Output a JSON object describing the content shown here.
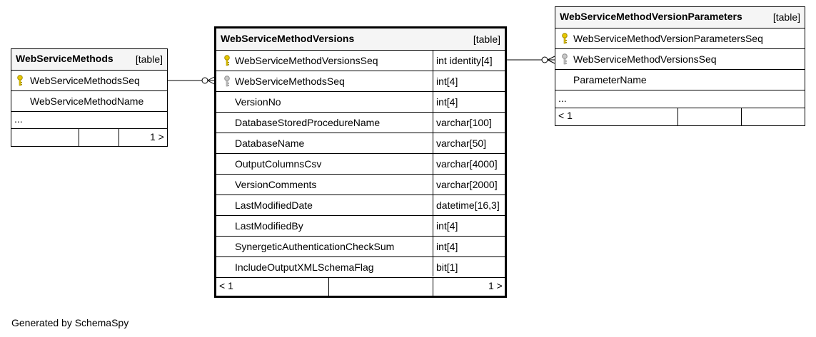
{
  "diagram": {
    "footer": "Generated by SchemaSpy",
    "tables": {
      "methods": {
        "name": "WebServiceMethods",
        "kind": "[table]",
        "columns": [
          {
            "name": "WebServiceMethodsSeq",
            "key": "primary"
          },
          {
            "name": "WebServiceMethodName",
            "key": "none"
          }
        ],
        "ellipsis": "...",
        "nav": {
          "left": "",
          "right": "1 >"
        }
      },
      "versions": {
        "name": "WebServiceMethodVersions",
        "kind": "[table]",
        "columns": [
          {
            "name": "WebServiceMethodVersionsSeq",
            "type": "int identity[4]",
            "key": "primary"
          },
          {
            "name": "WebServiceMethodsSeq",
            "type": "int[4]",
            "key": "foreign"
          },
          {
            "name": "VersionNo",
            "type": "int[4]",
            "key": "none"
          },
          {
            "name": "DatabaseStoredProcedureName",
            "type": "varchar[100]",
            "key": "none"
          },
          {
            "name": "DatabaseName",
            "type": "varchar[50]",
            "key": "none"
          },
          {
            "name": "OutputColumnsCsv",
            "type": "varchar[4000]",
            "key": "none"
          },
          {
            "name": "VersionComments",
            "type": "varchar[2000]",
            "key": "none"
          },
          {
            "name": "LastModifiedDate",
            "type": "datetime[16,3]",
            "key": "none"
          },
          {
            "name": "LastModifiedBy",
            "type": "int[4]",
            "key": "none"
          },
          {
            "name": "SynergeticAuthenticationCheckSum",
            "type": "int[4]",
            "key": "none"
          },
          {
            "name": "IncludeOutputXMLSchemaFlag",
            "type": "bit[1]",
            "key": "none"
          }
        ],
        "nav": {
          "left": "< 1",
          "right": "1 >"
        }
      },
      "params": {
        "name": "WebServiceMethodVersionParameters",
        "kind": "[table]",
        "columns": [
          {
            "name": "WebServiceMethodVersionParametersSeq",
            "key": "primary"
          },
          {
            "name": "WebServiceMethodVersionsSeq",
            "key": "foreign"
          },
          {
            "name": "ParameterName",
            "key": "none"
          }
        ],
        "ellipsis": "...",
        "nav": {
          "left": "< 1",
          "right": ""
        }
      }
    },
    "colors": {
      "primary_key": "#e8c800",
      "foreign_key": "#a8a8a8"
    }
  }
}
